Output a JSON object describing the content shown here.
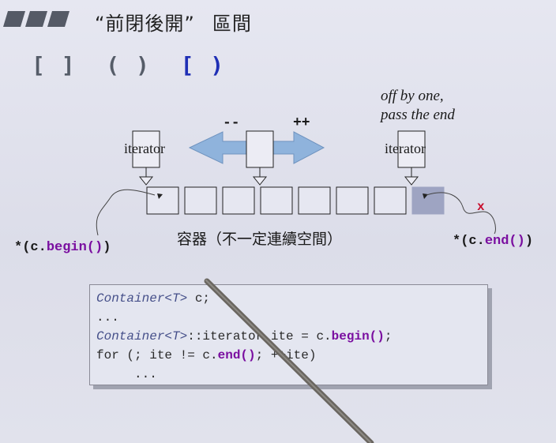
{
  "header": {
    "title_quoted": "“前閉後開”",
    "title_word": "區間"
  },
  "brackets": {
    "closed": "[ ]",
    "open": "( )",
    "half_open": "[ )"
  },
  "annotation": {
    "line1": "off by one,",
    "line2": "pass the end"
  },
  "diagram": {
    "iterator_label_left": "iterator",
    "iterator_label_right": "iterator",
    "decrement": "--",
    "increment": "++",
    "cell_count": 8,
    "end_marker": "x",
    "begin_deref_prefix": "*(c.",
    "begin_deref_fn": "begin()",
    "begin_deref_suffix": ")",
    "end_deref_prefix": "*(c.",
    "end_deref_fn": "end()",
    "end_deref_suffix": ")",
    "caption": "容器（不一定連續空間）"
  },
  "code": {
    "l1_type": "Container<T>",
    "l1_rest": " c;",
    "l2": "...",
    "l3_type": "Container<T>",
    "l3_mid": "::iterator ite = c.",
    "l3_fn": "begin()",
    "l3_end": ";",
    "l4_pre": "for (; ite != c.",
    "l4_fn": "end()",
    "l4_post": "; ++ite)",
    "l5": "     ..."
  },
  "colors": {
    "bracket_highlight": "#1f2fb5",
    "keyword": "#7a0fa0",
    "end_cell_fill": "#9ea4c2",
    "arrow_fill": "#8fb3dc",
    "end_marker": "#c8102e"
  }
}
